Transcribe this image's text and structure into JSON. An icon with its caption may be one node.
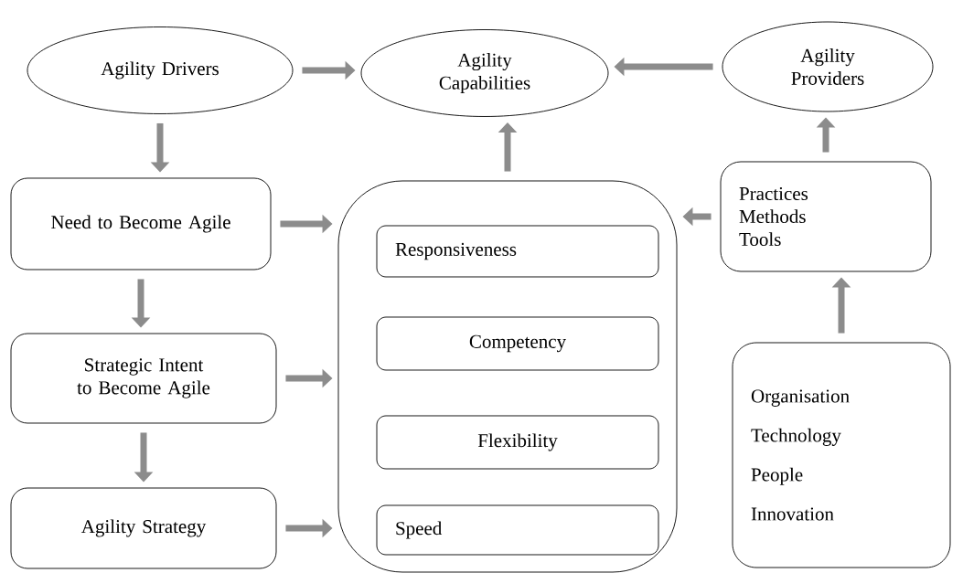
{
  "diagram": {
    "nodes": [
      {
        "text": [
          "Agility Drivers"
        ]
      },
      {
        "text": [
          "Agility Capabilities"
        ]
      },
      {
        "text": [
          "Agility Providers"
        ]
      },
      {
        "text": [
          "Need to Become Agile"
        ]
      },
      {
        "text": [
          "Strategic Intent to Become Agile"
        ]
      },
      {
        "text": [
          "Agility Strategy"
        ]
      },
      {
        "text": [],
        "shape": "box"
      },
      {
        "text": [
          "Responsiveness"
        ],
        "in": 6
      },
      {
        "text": [
          "Competency"
        ],
        "in": 6
      },
      {
        "text": [
          "Flexibility"
        ],
        "in": 6
      },
      {
        "text": [
          "Speed"
        ],
        "in": 6
      },
      {
        "text": [
          "Practices",
          "Methods",
          "Tools"
        ]
      },
      {
        "text": [
          "Organisation",
          "Technology",
          "People",
          "Innovation"
        ]
      }
    ],
    "edges": [
      {
        "from": 0,
        "to": 1,
        "arrow": "to"
      },
      {
        "from": 2,
        "to": 1,
        "arrow": "to"
      },
      {
        "from": 0,
        "to": 3,
        "arrow": "to"
      },
      {
        "from": 3,
        "to": 4,
        "arrow": "to"
      },
      {
        "from": 4,
        "to": 5,
        "arrow": "to"
      },
      {
        "from": 3,
        "to": 6,
        "arrow": "to"
      },
      {
        "from": 4,
        "to": 6,
        "arrow": "to"
      },
      {
        "from": 5,
        "to": 6,
        "arrow": "to"
      },
      {
        "from": 6,
        "to": 1,
        "arrow": "to"
      },
      {
        "from": 11,
        "to": 6,
        "arrow": "to"
      },
      {
        "from": 11,
        "to": 2,
        "arrow": "to"
      },
      {
        "from": 12,
        "to": 11,
        "arrow": "to"
      }
    ]
  }
}
